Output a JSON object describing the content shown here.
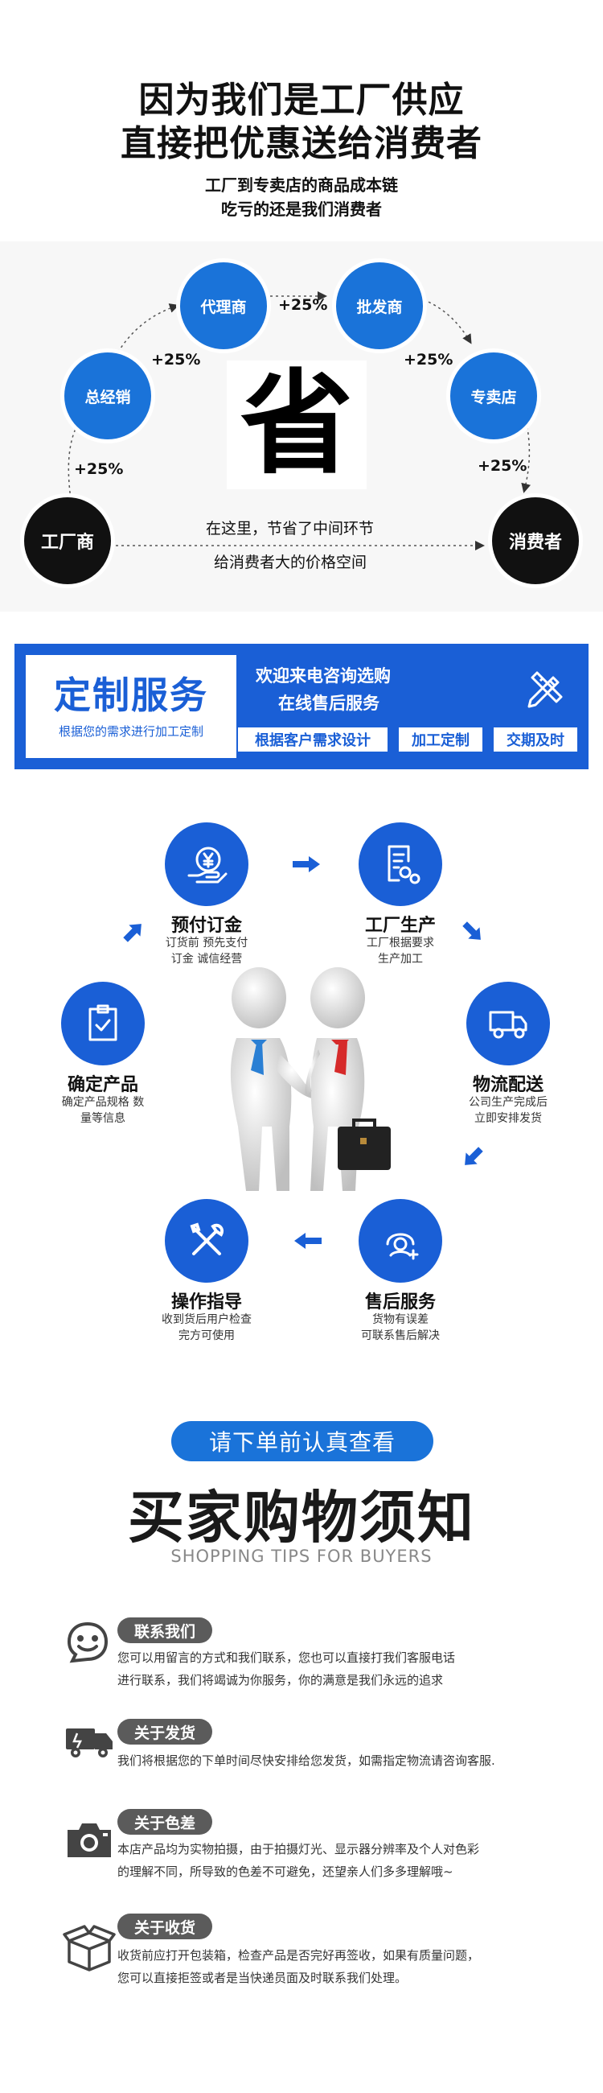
{
  "header": {
    "title_line1": "因为我们是工厂供应",
    "title_line2": "直接把优惠送给消费者",
    "sub_line1": "工厂到专卖店的商品成本链",
    "sub_line2": "吃亏的还是我们消费者"
  },
  "chain": {
    "nodes": {
      "factory": "工厂商",
      "distributor": "总经销",
      "agent": "代理商",
      "wholesaler": "批发商",
      "store": "专卖店",
      "consumer": "消费者"
    },
    "markups": [
      "+25%",
      "+25%",
      "+25%",
      "+25%",
      "+25%"
    ],
    "save_char": "省",
    "note_line1": "在这里，节省了中间环节",
    "note_line2": "给消费者大的价格空间",
    "colors": {
      "blue": "#1a73d9",
      "black": "#111111"
    }
  },
  "custom": {
    "title": "定制服务",
    "subtitle": "根据您的需求进行加工定制",
    "line1": "欢迎来电咨询选购",
    "line2": "在线售后服务",
    "tags": [
      "根据客户需求设计",
      "加工定制",
      "交期及时"
    ],
    "icon": "pencil-ruler-icon",
    "color": "#1a5fd6"
  },
  "process": {
    "steps": [
      {
        "title": "预付订金",
        "desc1": "订货前 预先支付",
        "desc2": "订金 诚信经营",
        "icon": "yen-hand-icon"
      },
      {
        "title": "工厂生产",
        "desc1": "工厂根据要求",
        "desc2": "生产加工",
        "icon": "document-gears-icon"
      },
      {
        "title": "物流配送",
        "desc1": "公司生产完成后",
        "desc2": "立即安排发货",
        "icon": "truck-icon"
      },
      {
        "title": "售后服务",
        "desc1": "货物有误差",
        "desc2": "可联系售后解决",
        "icon": "headset-plus-icon"
      },
      {
        "title": "操作指导",
        "desc1": "收到货后用户检查",
        "desc2": "完方可使用",
        "icon": "tools-icon"
      },
      {
        "title": "确定产品",
        "desc1": "确定产品规格 数",
        "desc2": "量等信息",
        "icon": "clipboard-check-icon"
      }
    ]
  },
  "tips": {
    "pill": "请下单前认真查看",
    "title": "买家购物须知",
    "title_en": "SHOPPING TIPS FOR BUYERS",
    "items": [
      {
        "label": "联系我们",
        "line1": "您可以用留言的方式和我们联系，您也可以直接打我们客服电话",
        "line2": "进行联系，我们将竭诚为你服务，你的满意是我们永远的追求",
        "icon": "smiley-chat-icon"
      },
      {
        "label": "关于发货",
        "line1": "我们将根据您的下单时间尽快安排给您发货，如需指定物流请咨询客服.",
        "line2": "",
        "icon": "delivery-truck-icon"
      },
      {
        "label": "关于色差",
        "line1": "本店产品均为实物拍摄，由于拍摄灯光、显示器分辨率及个人对色彩",
        "line2": "的理解不同，所导致的色差不可避免，还望亲人们多多理解哦~",
        "icon": "camera-icon"
      },
      {
        "label": "关于收货",
        "line1": "收货前应打开包装箱，检查产品是否完好再签收，如果有质量问题，",
        "line2": "您可以直接拒签或者是当快递员面及时联系我们处理。",
        "icon": "package-box-icon"
      }
    ]
  }
}
